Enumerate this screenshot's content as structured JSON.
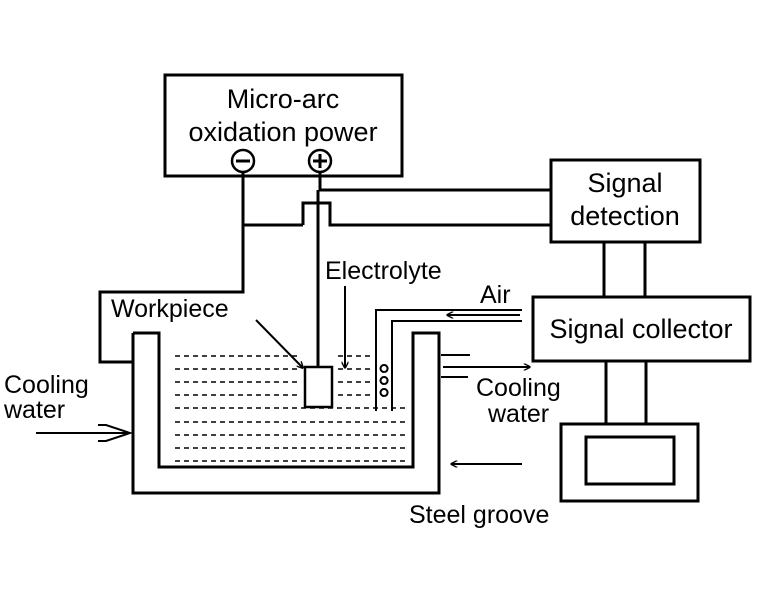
{
  "power_supply": {
    "line1": "Micro-arc",
    "line2": "oxidation power",
    "negative_terminal": "−",
    "positive_terminal": "+"
  },
  "signal_detection": {
    "line1": "Signal",
    "line2": "detection"
  },
  "signal_collector": {
    "label": "Signal collector"
  },
  "labels": {
    "electrolyte": "Electrolyte",
    "workpiece": "Workpiece",
    "air": "Air",
    "cooling_water_in_line1": "Cooling",
    "cooling_water_in_line2": "water",
    "cooling_water_out_line1": "Cooling",
    "cooling_water_out_line2": "water",
    "steel_groove": "Steel groove"
  }
}
